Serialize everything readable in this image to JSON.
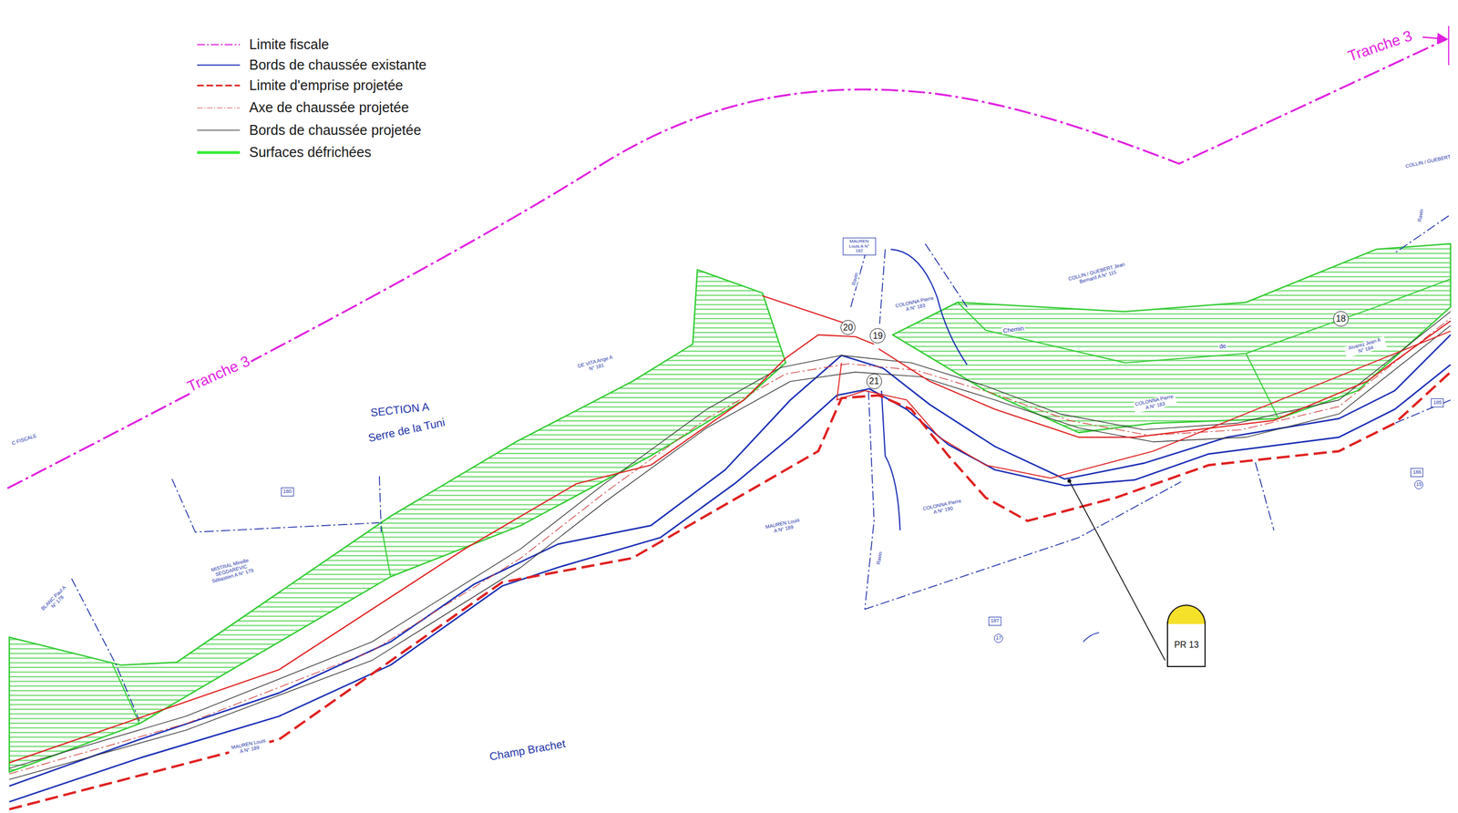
{
  "diagram": {
    "nodes": [
      {
        "text": [
          "MAUREN Louis A N° 182"
        ]
      },
      {
        "text": [
          "20"
        ]
      },
      {
        "text": [
          "19"
        ]
      },
      {
        "text": [
          "21"
        ]
      },
      {
        "text": [
          "18"
        ]
      },
      {
        "text": [
          "PR 13"
        ]
      },
      {
        "text": [
          "180"
        ]
      },
      {
        "text": [
          "187"
        ]
      },
      {
        "text": [
          "17"
        ]
      },
      {
        "text": [
          "186"
        ]
      },
      {
        "text": [
          "15"
        ]
      },
      {
        "text": [
          "185"
        ]
      }
    ],
    "labels": [
      "Tranche 3",
      "Tranche 3",
      "SECTION A",
      "Serre de la Tuni",
      "Champ Brachet",
      "C FISCALE",
      "DE VITA Ange A N° 181",
      "MISTRAL Mireille SEGDAREVIC Sébastien A N° 179",
      "BLANC Paul A N° 178",
      "MAUREN Louis A N° 189",
      "MAUREN Louis A N° 189",
      "COLONNA Pierre A N° 183",
      "COLONNA Pierre A N° 190",
      "COLONNA Pierre A N° 183",
      "COLLIN / GUEBERT Jean Bernard A N° 115",
      "Chemin",
      "de",
      "Alvarez Jean A N° 184",
      "COLLIN / GUEBERT",
      "Ravin",
      "Ravin",
      "Ravin"
    ],
    "legend": [
      {
        "text": "Limite fiscale"
      },
      {
        "text": "Bords de chaussée existante"
      },
      {
        "text": "Limite d'emprise projetée"
      },
      {
        "text": "Axe de chaussée projetée"
      },
      {
        "text": "Bords de chaussée projetée"
      },
      {
        "text": "Surfaces défrichées"
      }
    ]
  }
}
